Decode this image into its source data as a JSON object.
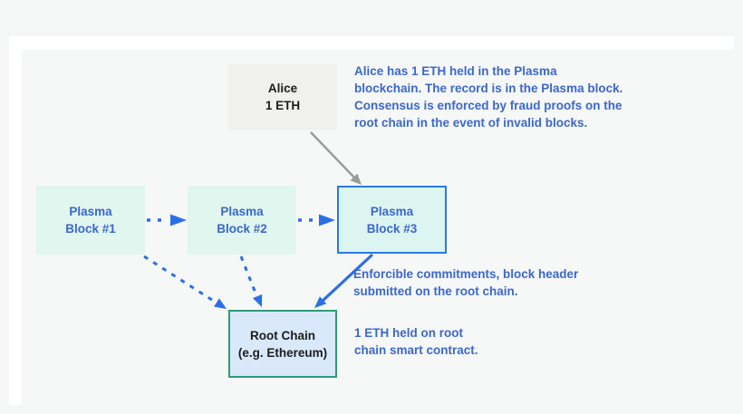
{
  "colors": {
    "background": "#f5f6f6",
    "panel_white": "#ffffff",
    "note_blue": "#3a68cc",
    "arrow_blue": "#2b6fe6",
    "arrow_gray": "#9b9b9b",
    "plasma_box_bg": "#e0f6ee",
    "plasma3_bg": "#dcf5f1",
    "plasma3_border": "#2979e2",
    "root_bg": "#d9e8fa",
    "root_border": "#2e9c77",
    "alice_bg": "#f0f0ef",
    "dark_text": "#1c1c1c"
  },
  "nodes": {
    "alice": {
      "label": "Alice\n1 ETH"
    },
    "plasma1": {
      "label": "Plasma\nBlock #1"
    },
    "plasma2": {
      "label": "Plasma\nBlock #2"
    },
    "plasma3": {
      "label": "Plasma\nBlock #3"
    },
    "root_chain": {
      "label": "Root Chain\n(e.g. Ethereum)"
    }
  },
  "annotations": {
    "alice_note": "Alice has 1 ETH held in the Plasma\nblockchain. The record is  in the Plasma block.\nConsensus is enforced by fraud proofs on the\nroot chain in the event of invalid blocks.",
    "commitments_note": "Enforcible commitments, block header\nsubmitted on the root chain.",
    "eth_note": "1 ETH held on root\nchain smart contract."
  }
}
